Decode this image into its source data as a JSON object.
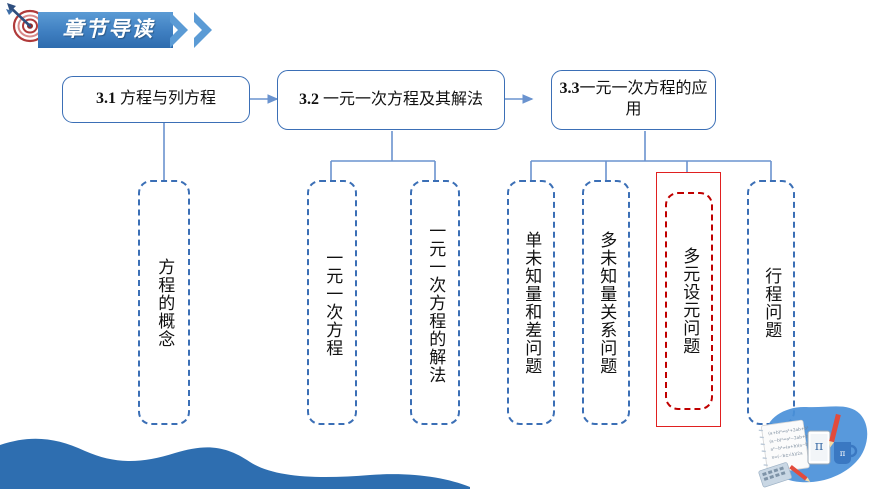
{
  "header": {
    "title": "章节导读",
    "dart_icon": "dart-target-icon",
    "chevron_icon": "chevron-right-icon",
    "chevron_count": 2,
    "ribbon_color": "#3f7fc1"
  },
  "colors": {
    "primary_blue": "#3b6fb6",
    "connector_blue": "#6a93cf",
    "highlight_red": "#e02020",
    "highlight_dash_red": "#c00000",
    "wave_blue": "#2e6eb0",
    "decor_blob_blue": "#4a90d9"
  },
  "flow": {
    "top_nodes": [
      {
        "id": "sec-3-1",
        "number": "3.1",
        "label": "方程与列方程"
      },
      {
        "id": "sec-3-2",
        "number": "3.2",
        "label": "一元一次方程及其解法"
      },
      {
        "id": "sec-3-3",
        "number": "3.3",
        "label": "一元一次方程的应用"
      }
    ],
    "arrows": [
      {
        "from": "sec-3-1",
        "to": "sec-3-2",
        "icon": "arrow-right-icon"
      },
      {
        "from": "sec-3-2",
        "to": "sec-3-3",
        "icon": "arrow-right-icon"
      }
    ],
    "leaf_nodes": [
      {
        "id": "leaf-1",
        "parent": "sec-3-1",
        "label": "方程的概念",
        "highlighted": false
      },
      {
        "id": "leaf-2",
        "parent": "sec-3-2",
        "label": "一元一次方程",
        "highlighted": false
      },
      {
        "id": "leaf-3",
        "parent": "sec-3-2",
        "label": "一元一次方程的解法",
        "highlighted": false
      },
      {
        "id": "leaf-4",
        "parent": "sec-3-3",
        "label": "单未知量和差问题",
        "highlighted": false
      },
      {
        "id": "leaf-5",
        "parent": "sec-3-3",
        "label": "多未知量关系问题",
        "highlighted": false
      },
      {
        "id": "leaf-6",
        "parent": "sec-3-3",
        "label": "多元设元问题",
        "highlighted": true
      },
      {
        "id": "leaf-7",
        "parent": "sec-3-3",
        "label": "行程问题",
        "highlighted": false
      }
    ]
  },
  "decoration": {
    "wave": "bottom-left-wave",
    "corner_illustration": "math-supplies-illustration",
    "tablet_symbol": "π",
    "mug_symbol": "π"
  }
}
